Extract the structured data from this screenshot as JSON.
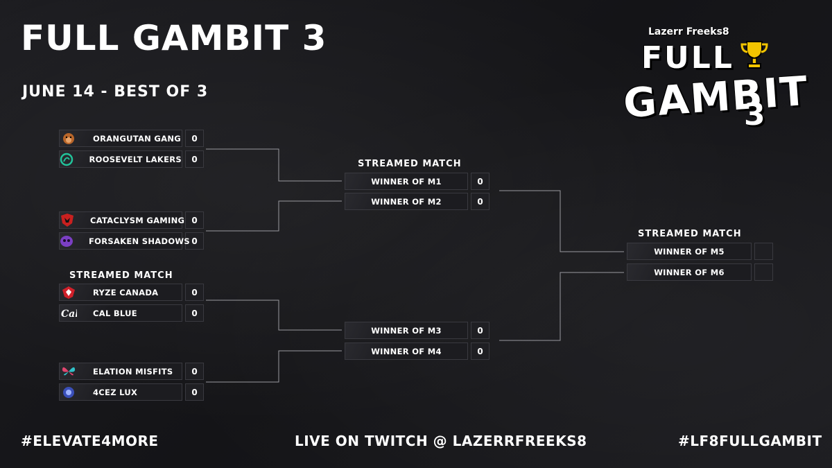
{
  "header": {
    "title": "FULL GAMBIT 3",
    "subtitle": "JUNE 14 - BEST OF 3"
  },
  "logo": {
    "brand": "Lazerr Freeks8",
    "word1": "FULL",
    "word2": "GAMBIT",
    "number": "3"
  },
  "colors": {
    "background": "#17171a",
    "slot_fill": "#1f1f23",
    "slot_border": "#3a3a40",
    "text": "#ffffff",
    "trophy": "#f2c400"
  },
  "round1": {
    "m1": {
      "team_a": {
        "name": "ORANGUTAN GANG",
        "score": "0",
        "icon": "orangutan-icon"
      },
      "team_b": {
        "name": "ROOSEVELT LAKERS",
        "score": "0",
        "icon": "rl-logo-icon"
      }
    },
    "m2": {
      "team_a": {
        "name": "CATACLYSM GAMING",
        "score": "0",
        "icon": "red-crest-icon"
      },
      "team_b": {
        "name": "FORSAKEN SHADOWS",
        "score": "0",
        "icon": "purple-skull-icon"
      }
    },
    "m3": {
      "label": "STREAMED MATCH",
      "team_a": {
        "name": "RYZE CANADA",
        "score": "0",
        "icon": "ryze-icon"
      },
      "team_b": {
        "name": "CAL BLUE",
        "score": "0",
        "icon": "cal-icon"
      }
    },
    "m4": {
      "team_a": {
        "name": "ELATION MISFITS",
        "score": "0",
        "icon": "butterfly-icon"
      },
      "team_b": {
        "name": "4CEZ LUX",
        "score": "0",
        "icon": "lux-icon"
      }
    }
  },
  "round2": {
    "m5": {
      "label": "STREAMED MATCH",
      "team_a": {
        "name": "WINNER OF M1",
        "score": "0"
      },
      "team_b": {
        "name": "WINNER OF M2",
        "score": "0"
      }
    },
    "m6": {
      "team_a": {
        "name": "WINNER OF M3",
        "score": "0"
      },
      "team_b": {
        "name": "WINNER OF M4",
        "score": "0"
      }
    }
  },
  "final": {
    "label": "STREAMED MATCH",
    "team_a": {
      "name": "WINNER OF M5",
      "score": ""
    },
    "team_b": {
      "name": "WINNER OF M6",
      "score": ""
    }
  },
  "footer": {
    "left": "#ELEVATE4MORE",
    "center": "LIVE ON TWITCH @ LAZERRFREEKS8",
    "right": "#LF8FULLGAMBIT"
  }
}
